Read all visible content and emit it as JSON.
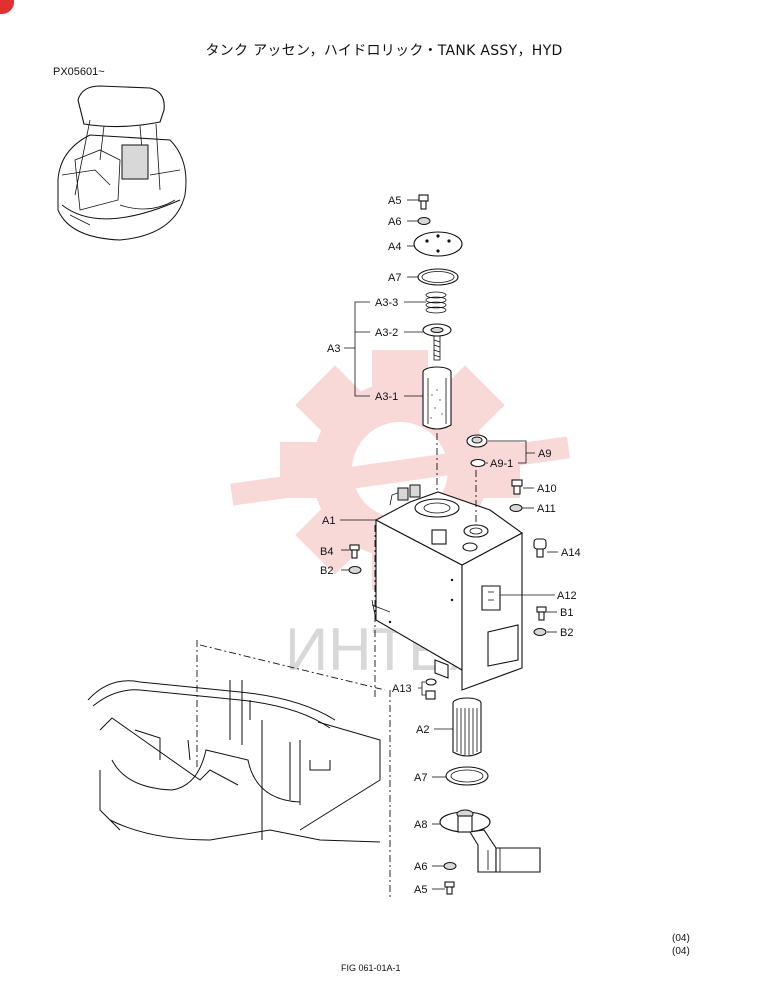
{
  "header": {
    "title": "タンク アッセン，ハイドロリック・TANK ASSY，HYD",
    "serial_range": "PX05601~"
  },
  "watermark": {
    "text": "ИНТЕХ",
    "color": "#e85050"
  },
  "labels": {
    "a5_top": "A5",
    "a6_top": "A6",
    "a4": "A4",
    "a7_top": "A7",
    "a3": "A3",
    "a3_3": "A3-3",
    "a3_2": "A3-2",
    "a3_1": "A3-1",
    "a9": "A9",
    "a9_1": "A9-1",
    "a10": "A10",
    "a11": "A11",
    "a1": "A1",
    "a14": "A14",
    "b4": "B4",
    "b2_left": "B2",
    "a12": "A12",
    "b1": "B1",
    "b2_right": "B2",
    "a13": "A13",
    "a2": "A2",
    "a7_bottom": "A7",
    "a8": "A8",
    "a6_bottom": "A6",
    "a5_bottom": "A5"
  },
  "footer": {
    "figure_number": "FIG 061-01A-1",
    "revision_1": "(04)",
    "revision_2": "(04)"
  }
}
